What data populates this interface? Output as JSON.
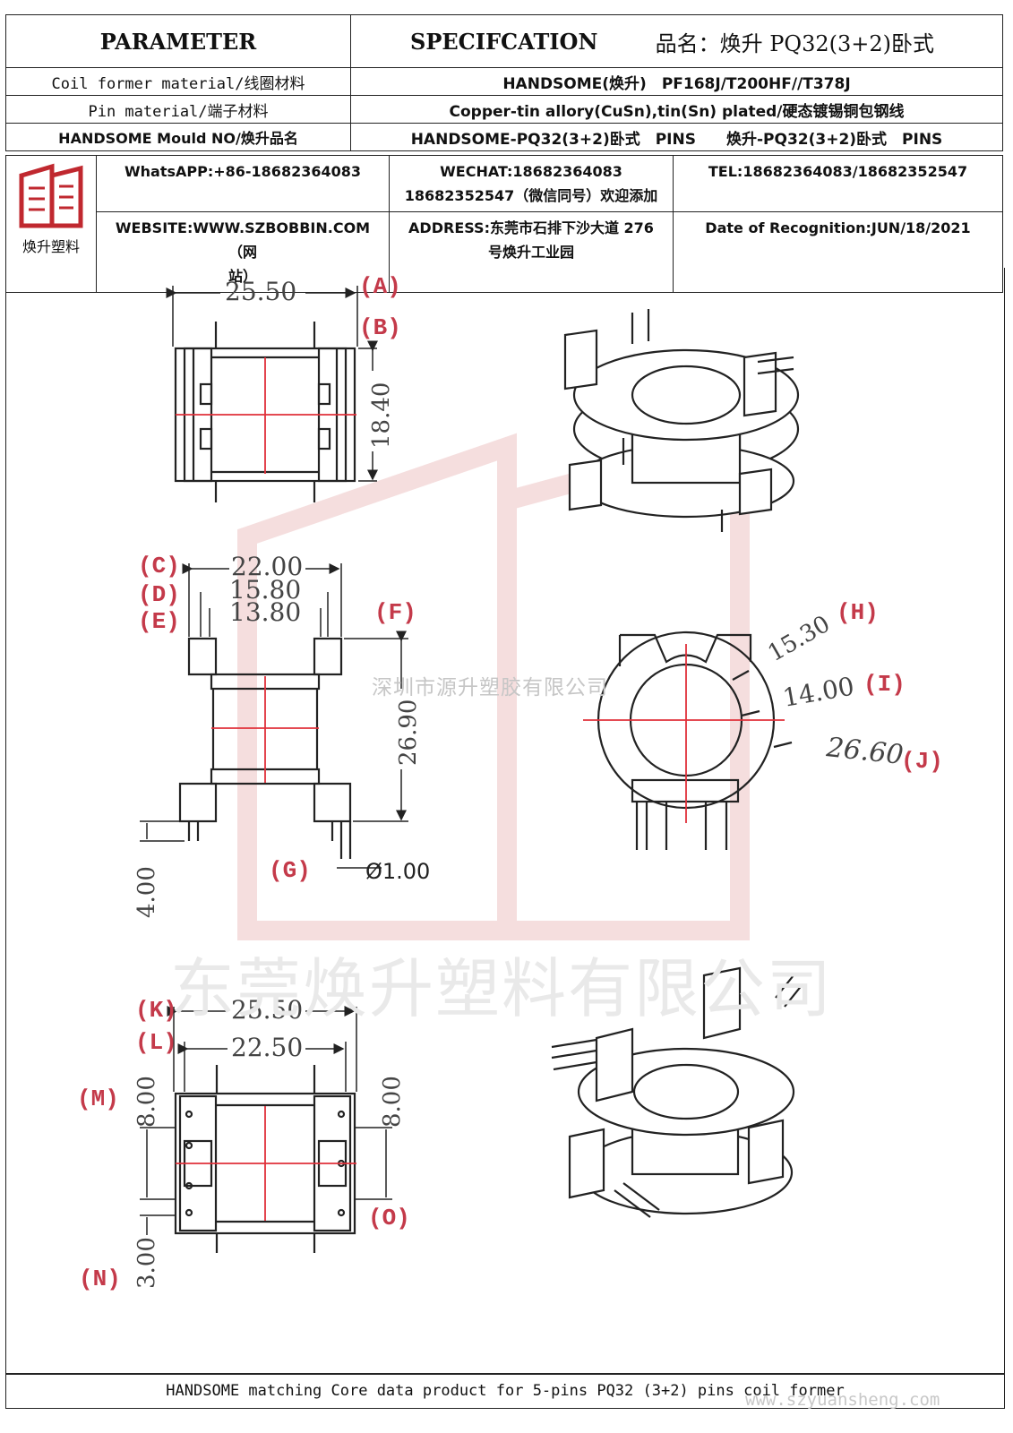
{
  "header": {
    "parameter": "PARAMETER",
    "specification": "SPECIFCATION",
    "product_name": "品名：焕升 PQ32(3+2)卧式"
  },
  "rows": [
    {
      "label": "Coil former material/线圈材料",
      "value": "HANDSOME(焕升)　PF168J/T200HF//T378J"
    },
    {
      "label": "Pin material/端子材料",
      "value": "Copper-tin allory(CuSn),tin(Sn) plated/硬态镀锡铜包钢线"
    },
    {
      "label": "HANDSOME Mould NO/焕升品名",
      "value": "HANDSOME-PQ32(3+2)卧式　PINS　　焕升-PQ32(3+2)卧式　PINS"
    }
  ],
  "logo": {
    "text": "焕升塑料"
  },
  "contact": {
    "whatsapp": "WhatsAPP:+86-18682364083",
    "wechat_1": "WECHAT:18682364083",
    "wechat_2": "18682352547（微信同号）欢迎添加",
    "tel": "TEL:18682364083/18682352547",
    "website_1": "WEBSITE:WWW.SZBOBBIN.COM（网",
    "website_2": "站）",
    "address_1": "ADDRESS:东莞市石排下沙大道 276",
    "address_2": "号焕升工业园",
    "date": "Date of Recognition:JUN/18/2021"
  },
  "dimensions": {
    "A": {
      "letter": "(A)",
      "value": "25.50"
    },
    "B": {
      "letter": "(B)",
      "value": "18.40"
    },
    "C": {
      "letter": "(C)",
      "value": "22.00"
    },
    "D": {
      "letter": "(D)",
      "value": "15.80"
    },
    "E": {
      "letter": "(E)",
      "value": "13.80"
    },
    "F": {
      "letter": "(F)",
      "value": "26.90"
    },
    "G": {
      "letter": "(G)",
      "value": "Ø1.00"
    },
    "pin_len": "4.00",
    "H": {
      "letter": "(H)",
      "value": "15.30"
    },
    "I": {
      "letter": "(I)",
      "value": "14.00"
    },
    "J": {
      "letter": "(J)",
      "value": "26.60"
    },
    "K": {
      "letter": "(K)",
      "value": "25.50"
    },
    "L": {
      "letter": "(L)",
      "value": "22.50"
    },
    "M": {
      "letter": "(M)",
      "value": "8.00"
    },
    "N": {
      "letter": "(N)",
      "value": "3.00"
    },
    "O": {
      "letter": "(O)",
      "value": "8.00"
    }
  },
  "watermarks": {
    "company_small": "深圳市源升塑胶有限公司",
    "company_large": "东莞焕升塑料有限公司",
    "site": "www.szyuansheng.com"
  },
  "footer": {
    "text": "HANDSOME matching Core data  product for 5-pins PQ32 (3+2) pins coil former"
  },
  "colors": {
    "dimension_letter": "#c43a4a",
    "centerline": "#e0303a",
    "logo": "#c0282f",
    "line": "#222222"
  }
}
